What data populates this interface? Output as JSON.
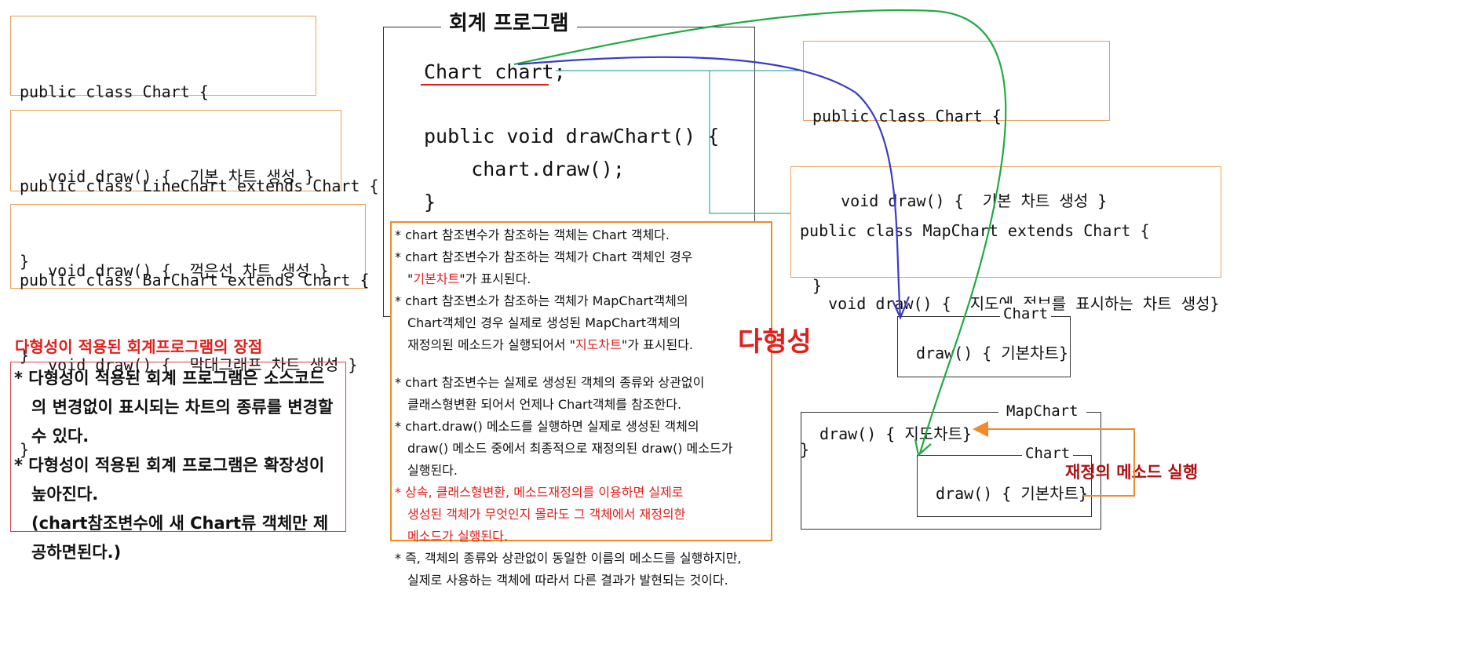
{
  "left_classes": [
    {
      "lines": [
        "public class Chart {",
        "   void draw() {  기본 차트 생성 }",
        "}"
      ]
    },
    {
      "lines": [
        "public class LineChart extends Chart {",
        "   void draw() {  꺽은선 차트 생성 }",
        "}"
      ]
    },
    {
      "lines": [
        "public class BarChart extends Chart {",
        "   void draw() {  막대그래프 차트 생성 }",
        "}"
      ]
    }
  ],
  "program": {
    "title": "회계 프로그램",
    "field": "Chart chart;",
    "method_lines": [
      "public void drawChart() {",
      "    chart.draw();",
      "}"
    ]
  },
  "notes": [
    "* chart 참조변수가 참조하는 객체는 Chart 객체다.",
    "* chart 참조변수가 참조하는 객체가 Chart 객체인 경우",
    "\"기본차트\"가 표시된다.",
    "* chart 참조변소가 참조하는 객체가 MapChart객체의",
    "Chart객체인 경우 실제로 생성된 MapChart객체의",
    "재정의된 메소드가 실행되어서 \"지도차트\"가 표시된다.",
    "* chart 참조변수는 실제로 생성된 객체의 종류와 상관없이",
    "클래스형변환 되어서 언제나 Chart객체를 참조한다.",
    "* chart.draw() 메소드를 실행하면 실제로 생성된 객체의",
    "draw() 메소드 중에서 최종적으로 재정의된 draw() 메소드가",
    "실행된다.",
    "* 상속, 클래스형변환, 메소드재정의를 이용하면 실제로",
    "생성된 객체가 무엇인지 몰라도 그 객체에서 재정의한",
    "메소드가 실행된다.",
    "* 즉, 객체의 종류와 상관없이 동일한 이름의 메소드를 실행하지만,",
    "실제로 사용하는 객체에 따라서 다른 결과가 발현되는 것이다."
  ],
  "notes_highlights": {
    "basic_chart": "기본차트",
    "map_chart": "지도차트"
  },
  "polymorphism_label": "다형성",
  "advantages": {
    "heading": "다형성이 적용된 회계프로그램의 장점",
    "items": [
      "* 다형성이 적용된 회계 프로그램은 소스코드의 변경없이 표시되는 차트의 종류를 변경할 수 있다.",
      "* 다형성이 적용된 회계 프로그램은 확장성이 높아진다.",
      "(chart참조변수에 새 Chart류 객체만 제공하면된다.)"
    ]
  },
  "right_classes": [
    {
      "lines": [
        "public class Chart {",
        "   void draw() {  기본 차트 생성 }",
        "}"
      ]
    },
    {
      "lines": [
        "public class MapChart extends Chart {",
        "   void draw() {  지도에 정보를 표시하는 차트 생성}",
        "",
        "}"
      ]
    }
  ],
  "objects": {
    "chart": {
      "label": "Chart",
      "method": "draw() { 기본차트}"
    },
    "mapchart": {
      "label": "MapChart",
      "method": "draw() { 지도차트}",
      "inner_label": "Chart",
      "inner_method": "draw() { 기본차트}"
    }
  },
  "override_label": "재정의 메소드 실행",
  "colors": {
    "orange_border": "#e8a05c",
    "red_text": "#e0201c",
    "green_arrow": "#22aa44",
    "blue_arrow": "#3a3acc",
    "teal_line": "#3aa6a6",
    "override_orange": "#f08a2a",
    "override_text": "#b01010"
  }
}
